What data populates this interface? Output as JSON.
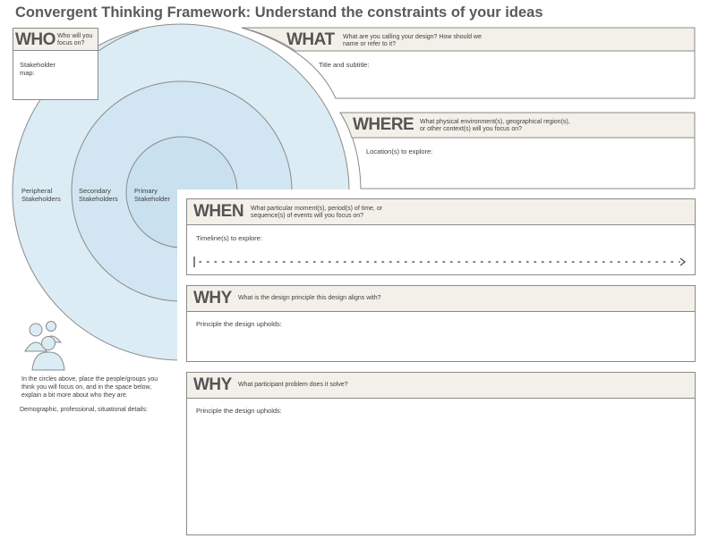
{
  "title": "Convergent Thinking Framework: Understand the constraints of your ideas",
  "who": {
    "heading": "WHO",
    "question": "Who will you focus on?",
    "field_label": "Stakeholder map:",
    "rings": {
      "peripheral": "Peripheral Stakeholders",
      "secondary": "Secondary Stakeholders",
      "primary": "Primary Stakeholder"
    },
    "instructions": "In the circles above, place the people/groups you think you will focus on, and in the space below, explain a bit more about who they are.",
    "details_label": "Demographic, professional, situational details:"
  },
  "what": {
    "heading": "WHAT",
    "question": "What are you calling your design? How should we name or refer to it?",
    "field_label": "Title and subtitle:"
  },
  "where": {
    "heading": "WHERE",
    "question": "What physical environment(s), geographical region(s), or other context(s) will you focus on?",
    "field_label": "Location(s) to explore:"
  },
  "when": {
    "heading": "WHEN",
    "question": "What particular moment(s), period(s) of time, or sequence(s) of events will you focus on?",
    "field_label": "Timeline(s) to explore:"
  },
  "why1": {
    "heading": "WHY",
    "question": "What is the design principle this design aligns with?",
    "field_label": "Principle the design upholds:"
  },
  "why2": {
    "heading": "WHY",
    "question": "What participant problem does it solve?",
    "field_label": "Principle the design upholds:"
  },
  "colors": {
    "outer_ring": "#dcecf5",
    "middle_ring": "#d1e6f2",
    "inner_ring": "#c9e1ef",
    "header_fill": "#f3f0e9",
    "border": "#8a8a8a"
  }
}
